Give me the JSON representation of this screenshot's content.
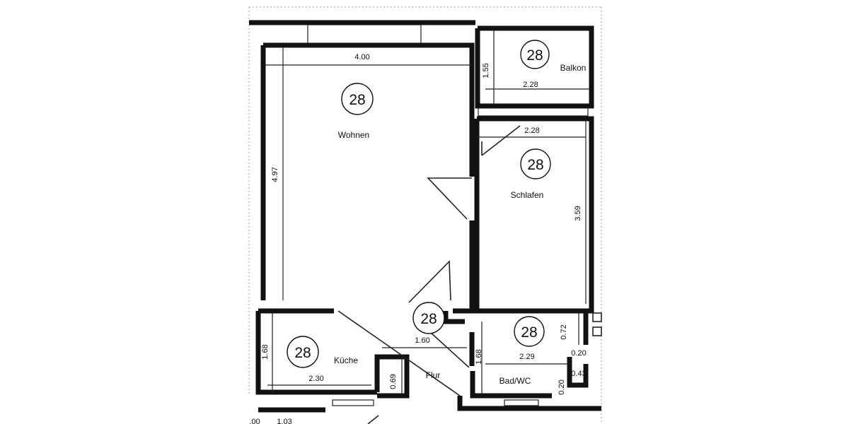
{
  "rooms": {
    "wohnen": {
      "label": "Wohnen",
      "number": "28",
      "width": "4.00",
      "height": "4.97"
    },
    "schlafen": {
      "label": "Schlafen",
      "number": "28",
      "width": "2.28",
      "height": "3.59"
    },
    "balkon": {
      "label": "Balkon",
      "number": "28",
      "width": "2.28",
      "height": "1.55"
    },
    "kueche": {
      "label": "Küche",
      "number": "28",
      "width": "2.30",
      "height": "1.68",
      "niche": "0.69"
    },
    "flur": {
      "label": "Flur",
      "number": "28",
      "width": "1.60",
      "height": "1.68"
    },
    "bad": {
      "label": "Bad/WC",
      "number": "28",
      "width": "2.29",
      "h1": "0.72",
      "h2": "0.20",
      "h3": "0.43",
      "h4": "0.20"
    }
  },
  "edge_text": {
    "bottom_left_a": ".00",
    "bottom_left_b": "1.03"
  }
}
